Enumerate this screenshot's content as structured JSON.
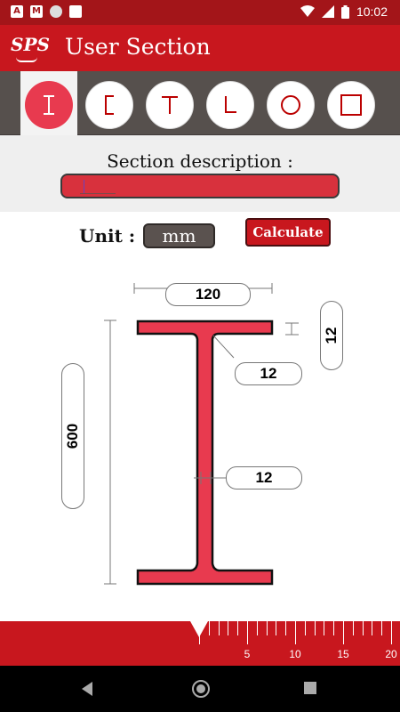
{
  "status_bar": {
    "time": "10:02",
    "icons": [
      "app-a-icon",
      "gmail-icon",
      "circle-icon",
      "sd-card-icon",
      "wifi-icon",
      "signal-icon",
      "battery-icon"
    ]
  },
  "app_bar": {
    "logo_text": "SPS",
    "title": "User Section"
  },
  "shape_tabs": [
    {
      "name": "i-beam",
      "active": true
    },
    {
      "name": "channel",
      "active": false
    },
    {
      "name": "tee",
      "active": false
    },
    {
      "name": "angle",
      "active": false
    },
    {
      "name": "circle",
      "active": false
    },
    {
      "name": "square",
      "active": false
    }
  ],
  "section": {
    "description_label": "Section description :",
    "description_value": ""
  },
  "unit": {
    "label": "Unit :",
    "value": "mm"
  },
  "calculate_label": "Calculate",
  "dimensions": {
    "flange_width": "120",
    "flange_thickness": "12",
    "fillet": "12",
    "web_thickness": "12",
    "height": "600"
  },
  "ruler": {
    "labels": [
      "5",
      "10",
      "15",
      "20"
    ]
  },
  "colors": {
    "primary": "#c8171e",
    "status_bar": "#a31519",
    "accent": "#e83a4f",
    "tab_bar": "#56504d"
  }
}
